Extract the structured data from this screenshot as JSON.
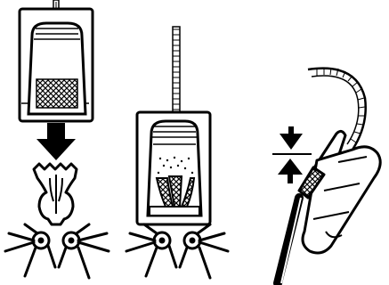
{
  "figure": {
    "panels": [
      {
        "id": "panel-1",
        "subject": "housing-capsule-above-open-jaws"
      },
      {
        "id": "panel-2",
        "subject": "housing-capsule-over-closed-jaws"
      },
      {
        "id": "panel-3",
        "subject": "angled-cutter-on-handle"
      }
    ]
  },
  "colors": {
    "ink": "#000000",
    "paper": "#ffffff"
  },
  "icons": [
    "down-arrow-icon",
    "pinch-arrows-icon"
  ]
}
